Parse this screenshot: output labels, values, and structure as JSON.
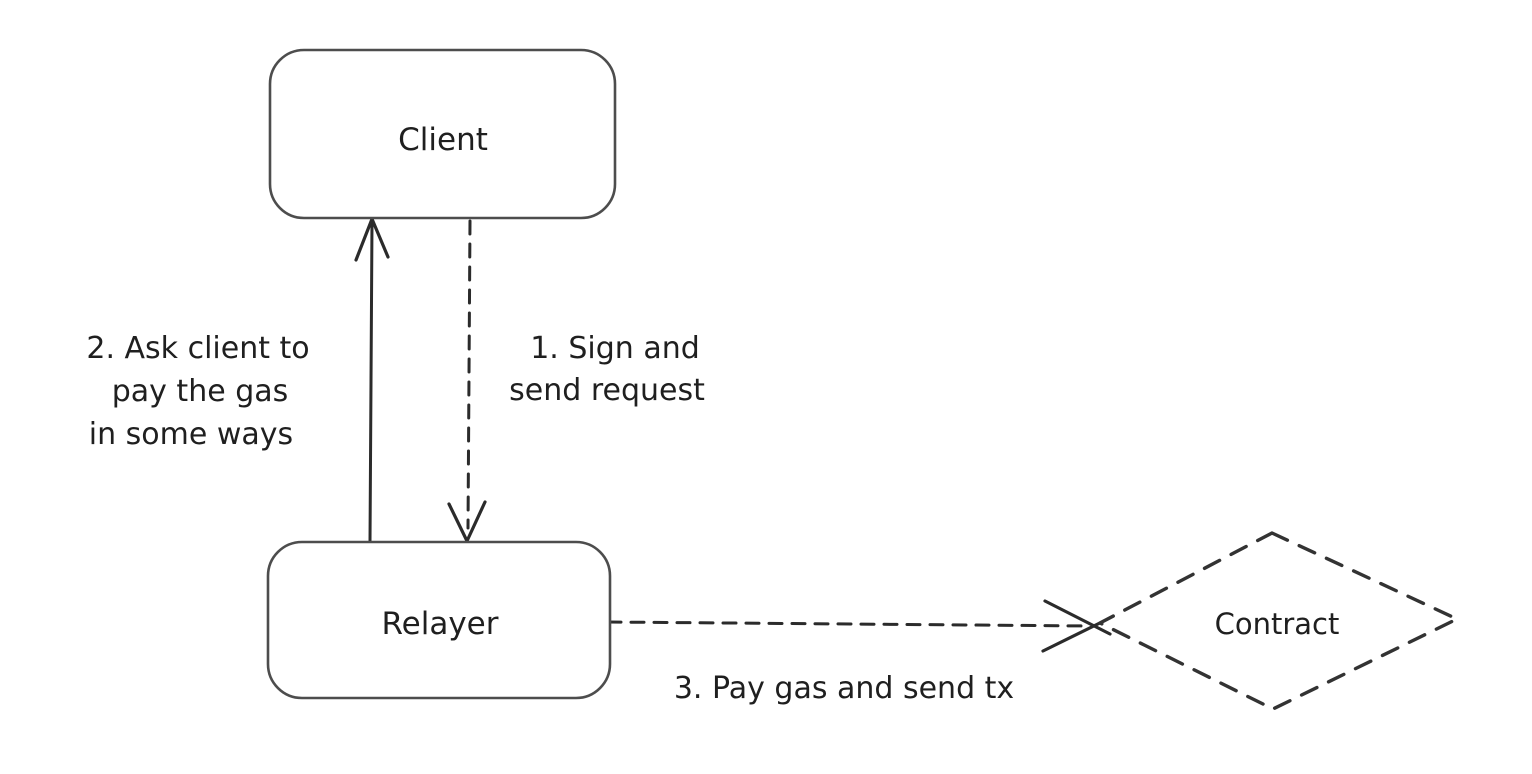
{
  "diagram": {
    "type": "flow-diagram",
    "background_color": "#ffffff",
    "stroke_color": "#2b2b2b",
    "nodes": [
      {
        "id": "client",
        "label": "Client",
        "shape": "rounded-rectangle",
        "border": "solid"
      },
      {
        "id": "relayer",
        "label": "Relayer",
        "shape": "rounded-rectangle",
        "border": "solid"
      },
      {
        "id": "contract",
        "label": "Contract",
        "shape": "diamond",
        "border": "dashed"
      }
    ],
    "edges": [
      {
        "id": "sign-and-send-request",
        "from": "Client",
        "to": "Relayer",
        "style": "dashed-arrow",
        "direction": "down",
        "lines": [
          "1. Sign and",
          "send request"
        ]
      },
      {
        "id": "ask-client-to-pay-gas",
        "from": "Relayer",
        "to": "Client",
        "style": "solid-arrow",
        "direction": "up",
        "lines": [
          "2. Ask client to",
          "pay the gas",
          "in some ways"
        ]
      },
      {
        "id": "pay-gas-and-send-tx",
        "from": "Relayer",
        "to": "Contract",
        "style": "dashed-arrow",
        "direction": "right",
        "lines": [
          "3. Pay gas and send tx"
        ]
      }
    ]
  }
}
